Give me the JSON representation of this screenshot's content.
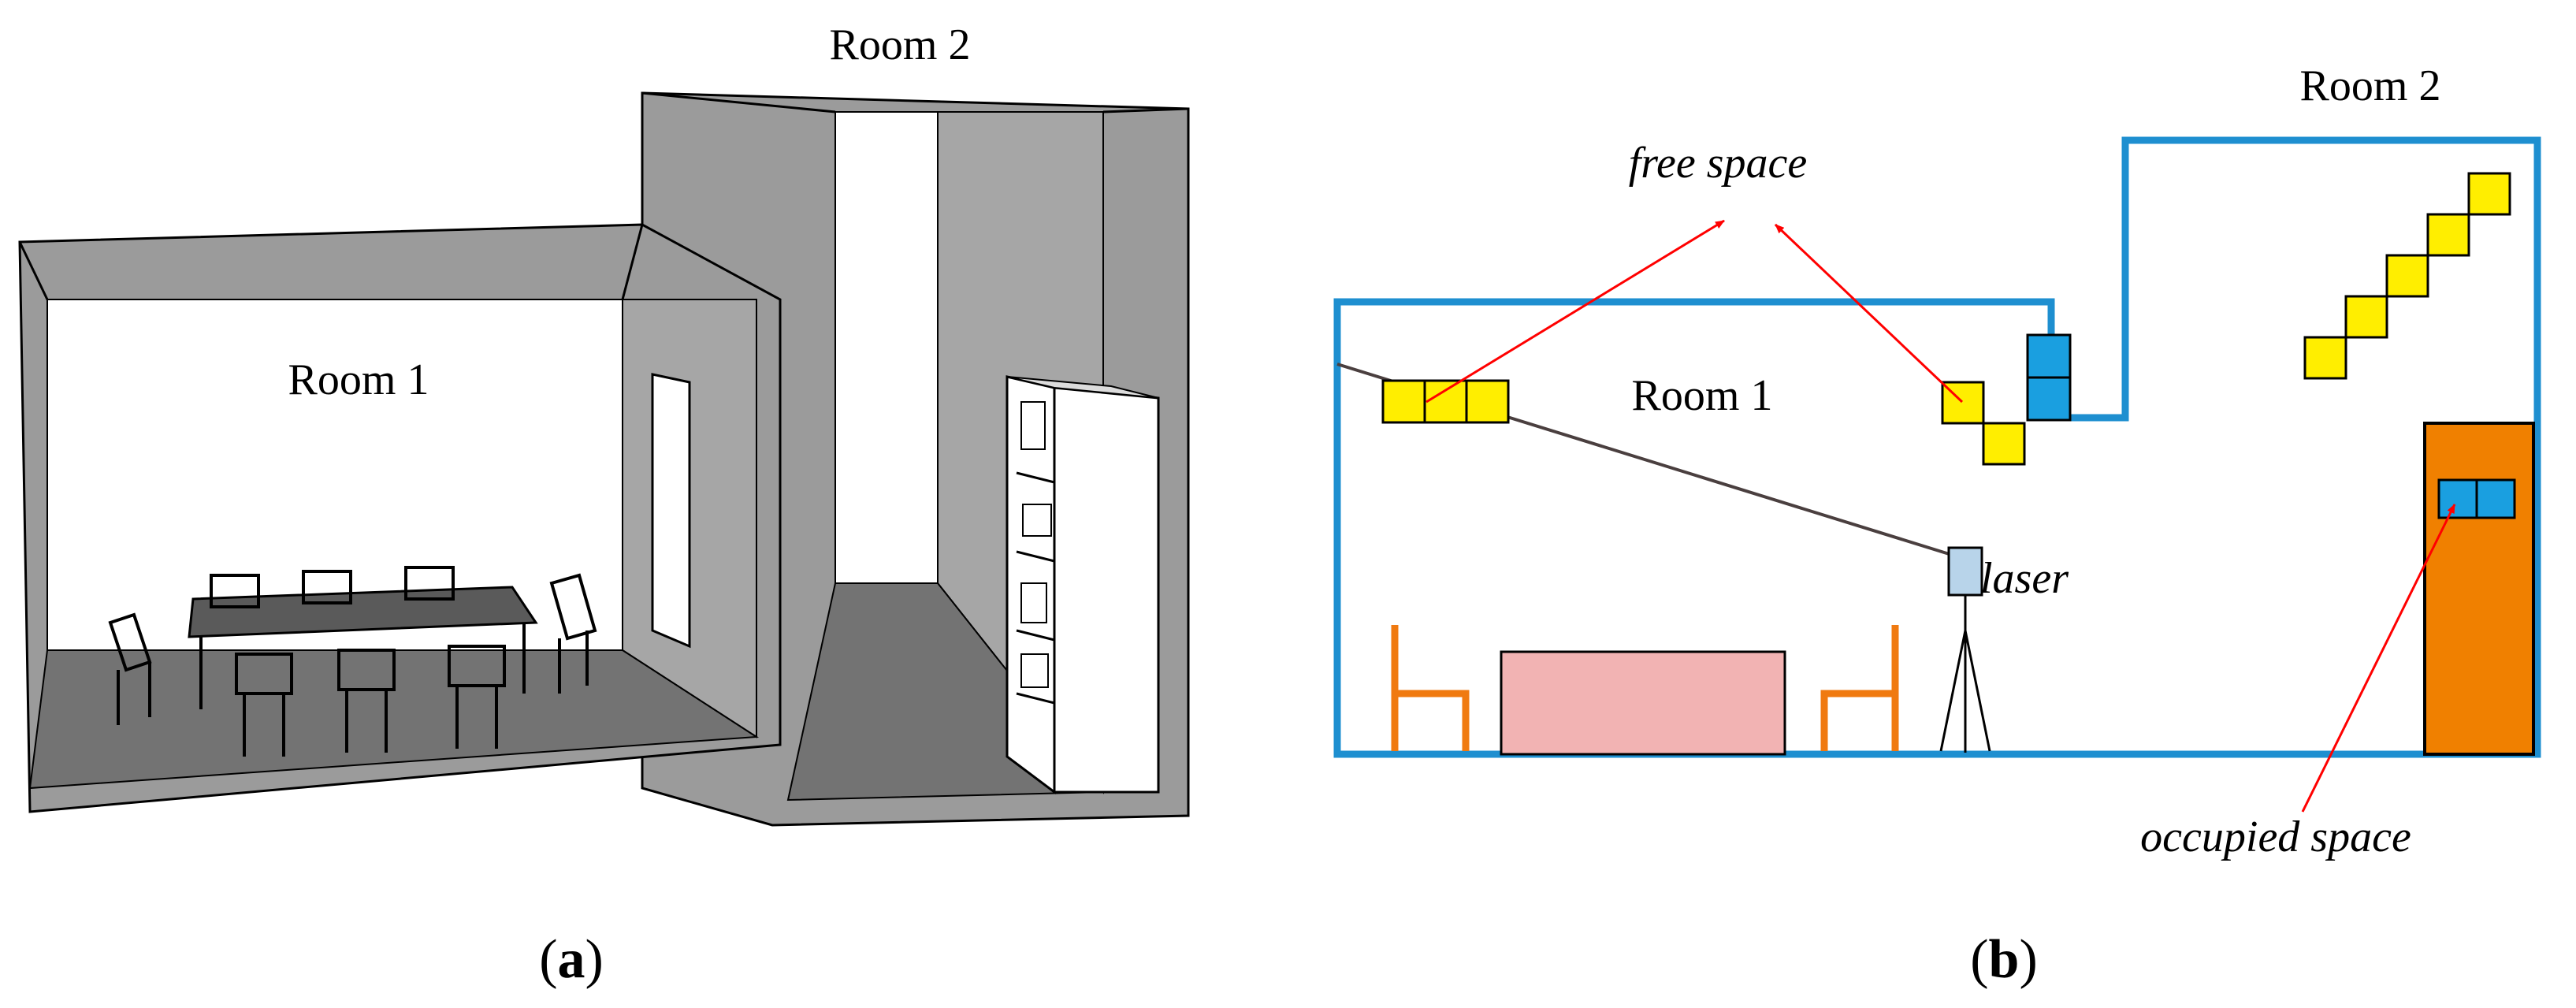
{
  "panels": {
    "a": {
      "letter": "a",
      "room1_label": "Room 1",
      "room2_label": "Room 2"
    },
    "b": {
      "letter": "b",
      "room1_label": "Room 1",
      "room2_label": "Room 2",
      "free_space_label": "free space",
      "occupied_space_label": "occupied space",
      "laser_label": "laser"
    }
  },
  "colors": {
    "wall_blue": "#1e8fd0",
    "free_voxel": "#ffee00",
    "occupied_voxel": "#1a9fe0",
    "bookshelf": "#f08000",
    "chair": "#f07a10",
    "table": "#f2b3b3",
    "laser_device": "#b8d4ea",
    "arrow": "#ff0000",
    "gray_wall": "#9b9b9b",
    "gray_floor": "#737373"
  }
}
